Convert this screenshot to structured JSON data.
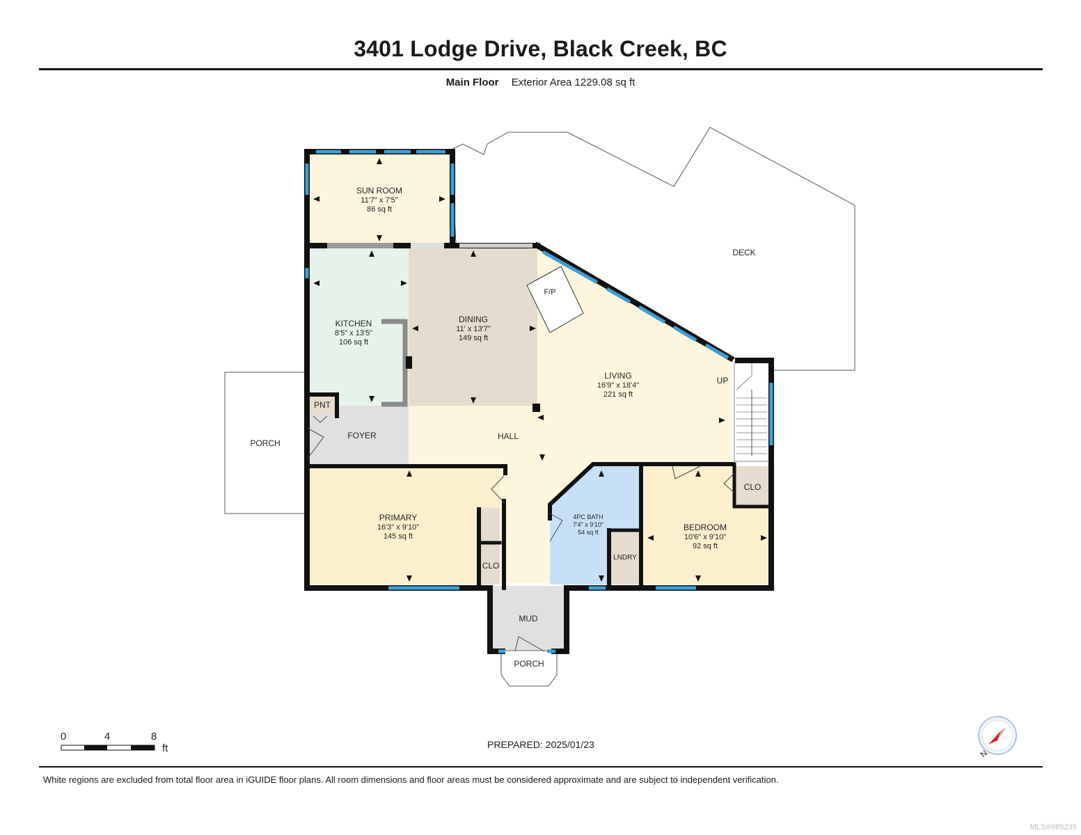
{
  "header": {
    "title": "3401 Lodge Drive, Black Creek, BC",
    "floor_name": "Main Floor",
    "exterior_area": "Exterior Area 1229.08 sq ft"
  },
  "rooms": {
    "sun_room": {
      "name": "SUN ROOM",
      "dims": "11'7\" x 7'5\"",
      "area": "86 sq ft",
      "fill": "#fdf6dd"
    },
    "kitchen": {
      "name": "KITCHEN",
      "dims": "8'5\" x 13'5\"",
      "area": "106 sq ft",
      "fill": "#e6f3ea"
    },
    "dining": {
      "name": "DINING",
      "dims": "11' x 13'7\"",
      "area": "149 sq ft",
      "fill": "#e6dccd"
    },
    "living": {
      "name": "LIVING",
      "dims": "16'9\" x 18'4\"",
      "area": "221 sq ft",
      "fill": "#fdf6dd"
    },
    "primary": {
      "name": "PRIMARY",
      "dims": "16'3\" x 9'10\"",
      "area": "145 sq ft",
      "fill": "#fcf0cc"
    },
    "bath": {
      "name": "4PC BATH",
      "dims": "7'4\" x 9'10\"",
      "area": "54 sq ft",
      "fill": "#c6e1f7"
    },
    "bedroom": {
      "name": "BEDROOM",
      "dims": "10'6\" x 9'10\"",
      "area": "92 sq ft",
      "fill": "#fcf0cc"
    }
  },
  "labels": {
    "deck": "DECK",
    "porch_west": "PORCH",
    "porch_south": "PORCH",
    "foyer": "FOYER",
    "hall": "HALL",
    "pnt": "PNT",
    "clo_primary": "CLO",
    "clo_bedroom": "CLO",
    "lndry": "LNDRY",
    "mud": "MUD",
    "fireplace": "F/P",
    "stairs_up": "UP"
  },
  "colors": {
    "wall": "#111111",
    "window": "#3d9fd6",
    "foyer": "#e0e0e0",
    "closet": "#e6dccd",
    "mud": "#e0e0e0"
  },
  "scale": {
    "ticks": [
      "0",
      "4",
      "8"
    ],
    "unit": "ft"
  },
  "footer": {
    "prepared": "PREPARED: 2025/01/23",
    "disclaimer": "White regions are excluded from total floor area in iGUIDE floor plans. All room dimensions and floor areas must be considered approximate and are subject to independent verification.",
    "mls": "MLS®985235",
    "compass_letter": "N"
  }
}
